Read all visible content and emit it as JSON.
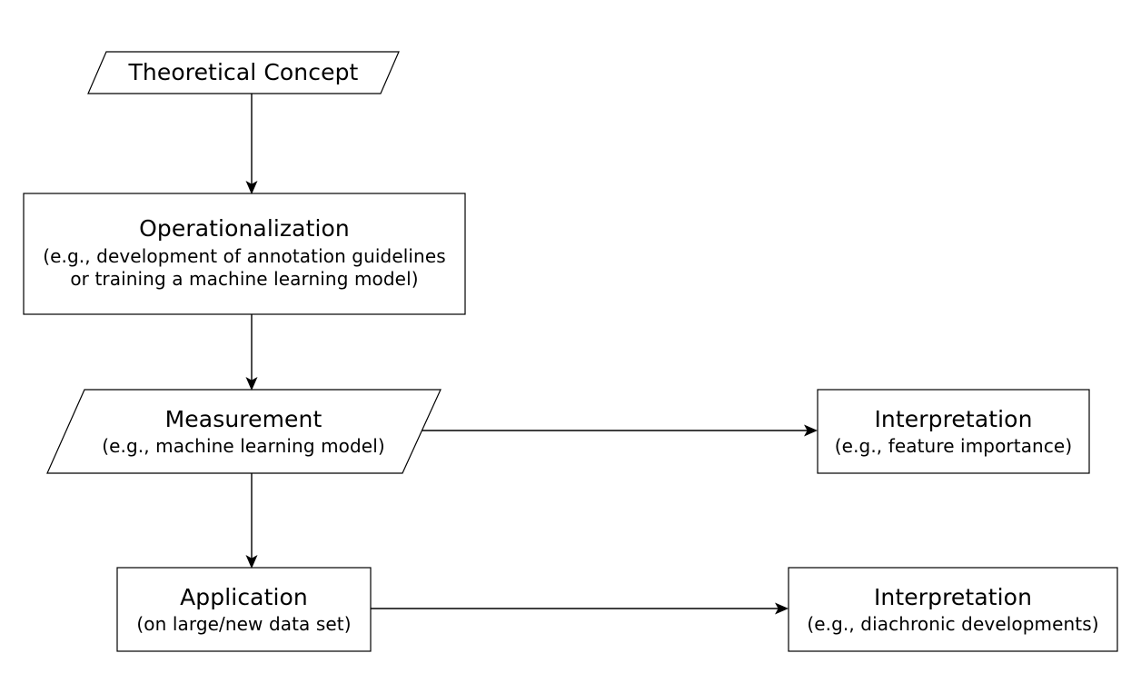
{
  "diagram": {
    "type": "flowchart",
    "orientation": "top-to-bottom with lateral branches",
    "background_color": "#ffffff",
    "stroke_color": "#000000",
    "fill_color": "#ffffff",
    "nodes": [
      {
        "id": "theoretical-concept",
        "shape": "parallelogram",
        "title": "Theoretical Concept",
        "sub1": "",
        "sub2": ""
      },
      {
        "id": "operationalization",
        "shape": "rectangle",
        "title": "Operationalization",
        "sub1": "(e.g., development of annotation guidelines",
        "sub2": "or training a machine learning model)"
      },
      {
        "id": "measurement",
        "shape": "parallelogram",
        "title": "Measurement",
        "sub1": "(e.g., machine learning model)",
        "sub2": ""
      },
      {
        "id": "interpretation-1",
        "shape": "rectangle",
        "title": "Interpretation",
        "sub1": "(e.g., feature importance)",
        "sub2": ""
      },
      {
        "id": "application",
        "shape": "rectangle",
        "title": "Application",
        "sub1": "(on large/new data set)",
        "sub2": ""
      },
      {
        "id": "interpretation-2",
        "shape": "rectangle",
        "title": "Interpretation",
        "sub1": "(e.g., diachronic developments)",
        "sub2": ""
      }
    ],
    "edges": [
      {
        "id": "edge-concept-to-operationalization",
        "from": "theoretical-concept",
        "to": "operationalization",
        "direction": "down"
      },
      {
        "id": "edge-operationalization-to-measurement",
        "from": "operationalization",
        "to": "measurement",
        "direction": "down"
      },
      {
        "id": "edge-measurement-to-application",
        "from": "measurement",
        "to": "application",
        "direction": "down"
      },
      {
        "id": "edge-measurement-to-interpretation",
        "from": "measurement",
        "to": "interpretation-1",
        "direction": "right"
      },
      {
        "id": "edge-application-to-interpretation",
        "from": "application",
        "to": "interpretation-2",
        "direction": "right"
      }
    ]
  }
}
